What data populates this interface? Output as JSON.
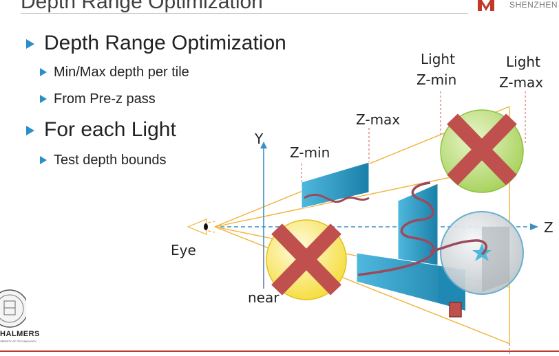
{
  "slide": {
    "title": "Depth Range Optimization",
    "brand": "SHENZHEN"
  },
  "bullets": [
    {
      "level": 1,
      "text": "Depth Range Optimization"
    },
    {
      "level": 2,
      "text": "Min/Max depth per tile"
    },
    {
      "level": 2,
      "text": "From Pre-z pass"
    },
    {
      "level": 1,
      "text": "For each Light"
    },
    {
      "level": 2,
      "text": "Test depth bounds"
    }
  ],
  "diagram": {
    "labels": {
      "light_zmin_line1": "Light",
      "light_zmin_line2": "Z-min",
      "light_zmax_line1": "Light",
      "light_zmax_line2": "Z-max",
      "zmax": "Z-max",
      "zmin": "Z-min",
      "y_axis": "Y",
      "z_axis": "Z",
      "eye": "Eye",
      "near": "near"
    },
    "colors": {
      "frustum_line": "#f2b134",
      "axis": "#3a8fc4",
      "tile_fill": "#2b9ec7",
      "light_green": "#a6d15a",
      "light_yellow": "#f7e24a",
      "light_gray": "#cfd4d8",
      "cross": "#c0504d",
      "depth_curve": "#9b4a5c",
      "dashed_marker": "#d9534f"
    }
  },
  "footer": {
    "logo_text": "HALMERS",
    "logo_sub": "VERSITY OF TECHNOLOGY"
  }
}
